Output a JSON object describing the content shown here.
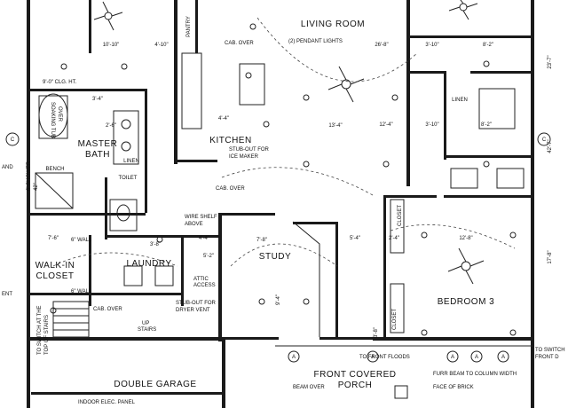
{
  "rooms": {
    "living_room": "LIVING ROOM",
    "master_bath": "MASTER",
    "master_bath_2": "BATH",
    "kitchen": "KITCHEN",
    "walk_in_closet": "WALK-IN",
    "walk_in_closet_2": "CLOSET",
    "laundry": "LAUNDRY",
    "study": "STUDY",
    "bedroom_3": "BEDROOM 3",
    "double_garage": "DOUBLE GARAGE",
    "front_porch": "FRONT COVERED",
    "front_porch_2": "PORCH",
    "pantry": "PANTRY",
    "linen_1": "LINEN",
    "linen_2": "LINEN",
    "closet_1": "CLOSET",
    "closet_2": "CLOSET",
    "toilet": "TOILET",
    "bench": "BENCH"
  },
  "notes": {
    "cab_over_1": "CAB. OVER",
    "pendant_lights": "(2) PENDANT LIGHTS",
    "stub_ice_1": "STUB-OUT FOR",
    "stub_ice_2": "ICE MAKER",
    "cab_over_2": "CAB. OVER",
    "wire_shelf_1": "WIRE SHELF",
    "wire_shelf_2": "ABOVE",
    "attic_1": "ATTIC",
    "attic_2": "ACCESS",
    "stub_dryer_1": "STUB-OUT FOR",
    "stub_dryer_2": "DRYER VENT",
    "cab_over_3": "CAB. OVER",
    "six_wall_1": "6\" WALL",
    "six_wall_2": "6\" WALL",
    "clg_ht": "9'-0\" CLG. HT.",
    "up_stairs_1": "UP",
    "up_stairs_2": "STAIRS",
    "to_switch_1": "TO SWITCH AT THE",
    "to_switch_2": "TOP OF STAIRS",
    "elec_panel": "INDOOR ELEC. PANEL",
    "to_front_floods": "TO FRONT FLOODS",
    "furr_beam": "FURR BEAM TO COLUMN WIDTH",
    "face_of_brick": "FACE OF BRICK",
    "beam_over": "BEAM OVER",
    "to_switch_right_1": "TO SWITCH",
    "to_switch_right_2": "FRONT D",
    "soaking_tub_1": "SOAKING TUB",
    "soaking_tub_2": "OVER",
    "and_left": "AND",
    "ent_left": "ENT",
    "shower_1": "6' SHOWER",
    "shower_2": "42\""
  },
  "dims": [
    "10'-10\"",
    "4'-10\"",
    "26'-8\"",
    "3'-10\"",
    "8'-2\"",
    "13'-4\"",
    "5'-4\"",
    "7'-8\"",
    "12'-8\"",
    "7'-6\"",
    "4'-4\"",
    "3'-8\"",
    "8'-2\"",
    "3'-10\"",
    "2'-6\"",
    "4'-4\"",
    "2'-4\"",
    "12'-4\"",
    "3'-4\"",
    "5'-2\"",
    "9'-4\"",
    "3'-8\""
  ],
  "side_dims": [
    "23'-7\"",
    "42'-7\"",
    "17'-8\""
  ],
  "grid_tags": [
    "C",
    "C",
    "A",
    "A",
    "A",
    "A",
    "A"
  ]
}
